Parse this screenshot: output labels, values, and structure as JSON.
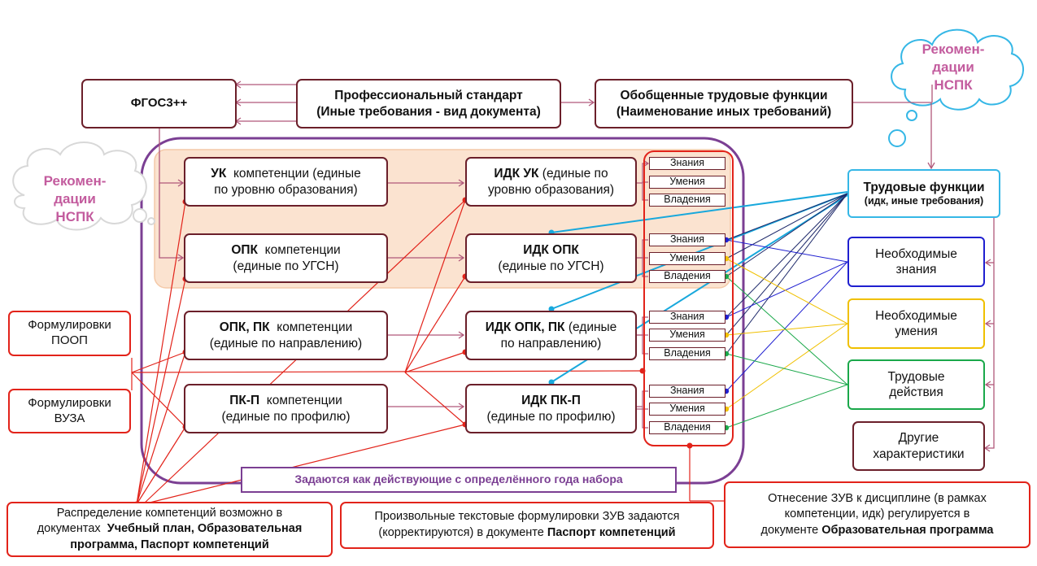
{
  "fgos": "ФГОС3++",
  "prof_standard": {
    "title": "Профессиональный стандарт",
    "sub": "(Иные требования - вид документа)"
  },
  "otf": {
    "title": "Обобщенные трудовые функции",
    "sub": "(Наименование иных требований)"
  },
  "cloud_top": {
    "line1": "Рекомен-",
    "line2": "дации",
    "line3": "НСПК"
  },
  "cloud_left": {
    "line1": "Рекомен-",
    "line2": "дации",
    "line3": "НСПК"
  },
  "competencies": {
    "uk": {
      "bold": "УК",
      "text": "компетенции (единые",
      "line2": "по уровню образования)"
    },
    "opk": {
      "bold": "ОПК",
      "text": "компетенции",
      "line2": "(единые по УГСН)"
    },
    "opk_pk": {
      "bold": "ОПК, ПК",
      "text": "компетенции",
      "line2": "(единые по направлению)"
    },
    "pk_p": {
      "bold": "ПК-П",
      "text": "компетенции",
      "line2": "(единые по профилю)"
    }
  },
  "idk": {
    "uk": {
      "bold": "ИДК УК",
      "text": "(единые по",
      "line2": "уровню образования)"
    },
    "opk": {
      "bold": "ИДК ОПК",
      "text": "",
      "line2": "(единые по УГСН)"
    },
    "opk_pk": {
      "bold": "ИДК ОПК, ПК",
      "text": "(единые",
      "line2": "по направлению)"
    },
    "pk_p": {
      "bold": "ИДК ПК-П",
      "text": "",
      "line2": "(единые по профилю)"
    }
  },
  "zuv_labels": {
    "znaniya": "Знания",
    "umeniya": "Умения",
    "vladeniya": "Владения"
  },
  "labor_functions": {
    "title": "Трудовые функции",
    "sub": "(идк,  иные требования)"
  },
  "right_boxes": {
    "knowledge": {
      "line1": "Необходимые",
      "line2": "знания"
    },
    "skills": {
      "line1": "Необходимые",
      "line2": "умения"
    },
    "actions": {
      "line1": "Трудовые",
      "line2": "действия"
    },
    "other": {
      "line1": "Другие",
      "line2": "характеристики"
    }
  },
  "left_boxes": {
    "poop": {
      "line1": "Формулировки",
      "line2": "ПООП"
    },
    "vuz": {
      "line1": "Формулировки",
      "line2": "ВУЗА"
    }
  },
  "active_note": "Задаются как действующие с определённого года набора",
  "notes": {
    "distribution": {
      "line1": "Распределение компетенций возможно в",
      "line2_pre": "документах",
      "line2_bold": "Учебный план,  Образовательная",
      "line3_bold": "программа, Паспорт компетенций"
    },
    "free_text": {
      "line1": "Произвольные текстовые формулировки ЗУВ задаются",
      "line2_pre": "(корректируются) в документе",
      "line2_bold": "Паспорт компетенций"
    },
    "attribution": {
      "line1": "Отнесение ЗУВ к дисциплине (в рамках",
      "line2": "компетенции, идк) регулируется в",
      "line3_pre": "документе",
      "line3_bold": "Образовательная программа"
    }
  },
  "colors": {
    "maroon": "#6b1f2a",
    "red": "#e2231a",
    "purple": "#7b3f93",
    "pink": "#c35c9e",
    "blue": "#1f1fd0",
    "cyan": "#18a8dc",
    "gold": "#f0c000",
    "green": "#1aa84a",
    "peach": "#fbe3d0"
  }
}
